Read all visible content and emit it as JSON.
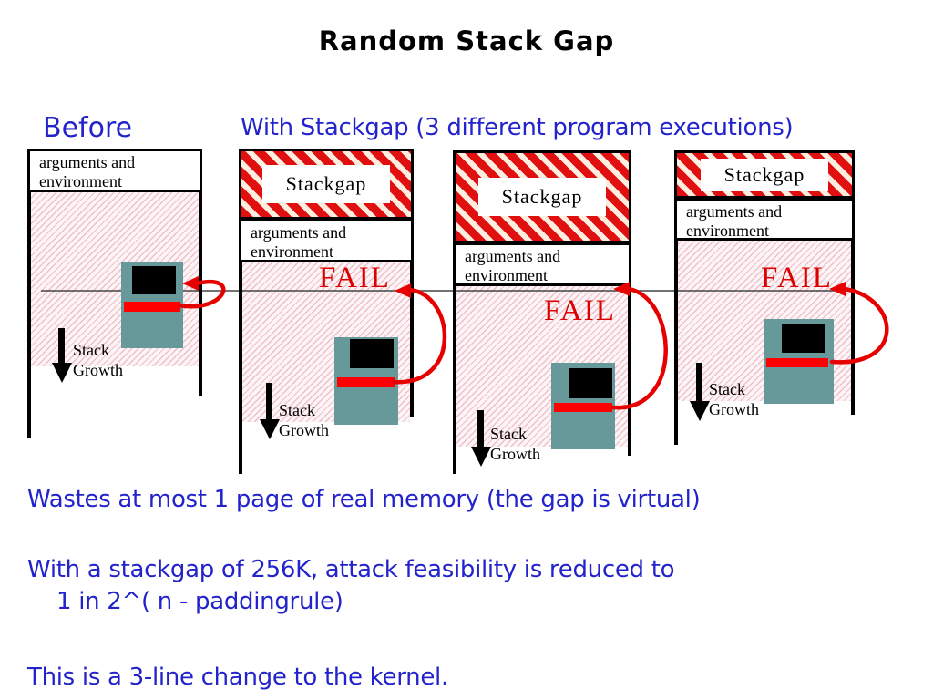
{
  "title": "Random Stack Gap",
  "headers": {
    "before": "Before",
    "with_stackgap": "With Stackgap  (3 different program executions)"
  },
  "columns": [
    {
      "key": "before",
      "args": "arguments and environment",
      "stack_growth": "Stack Growth"
    },
    {
      "key": "execution-1",
      "stackgap": "Stackgap",
      "args": "arguments and environment",
      "fail": "FAIL",
      "stack_growth": "Stack Growth"
    },
    {
      "key": "execution-2",
      "stackgap": "Stackgap",
      "args": "arguments and environment",
      "fail": "FAIL",
      "stack_growth": "Stack Growth"
    },
    {
      "key": "execution-3",
      "stackgap": "Stackgap",
      "args": "arguments and environment",
      "fail": "FAIL",
      "stack_growth": "Stack Growth"
    }
  ],
  "notes": {
    "line1": "Wastes at most 1 page of real memory (the gap is virtual)",
    "line2a": "With a stackgap of 256K, attack feasibility is reduced to",
    "line2b": "1 in 2^( n - paddingrule)",
    "line3": "This is a 3-line change to the kernel."
  },
  "colors": {
    "heading_blue": "#2323cc",
    "fail_red": "#dd0000",
    "stripe_red": "#e01010",
    "arrow_red": "#e60000",
    "computer_teal": "#67999b",
    "bar_red": "#ff0000",
    "hatch_pink": "#eec0cb"
  }
}
